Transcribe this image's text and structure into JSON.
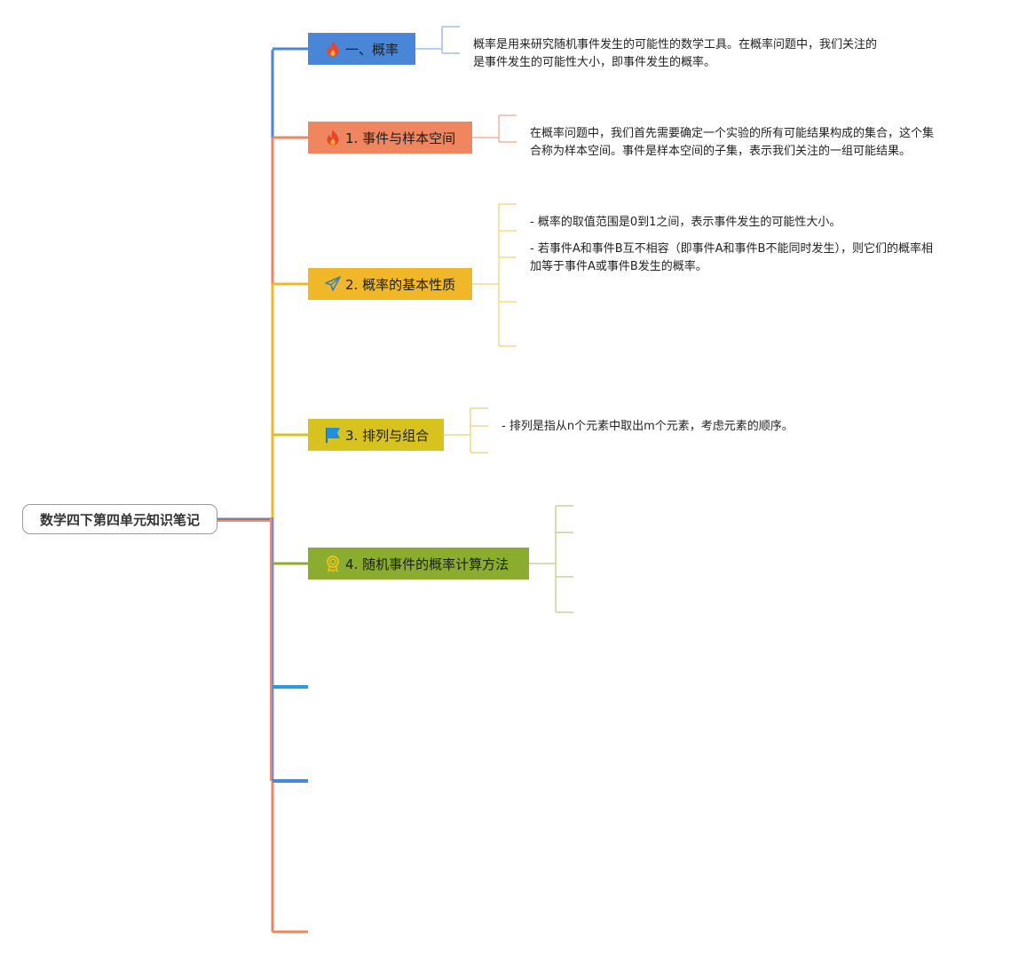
{
  "root": {
    "title": "数学四下第四单元知识笔记"
  },
  "branches": [
    {
      "label": "一、概率",
      "icon": "fire-icon",
      "color": "#4a86d8"
    },
    {
      "label": "1. 事件与样本空间",
      "icon": "fire-icon",
      "color": "#f0865f"
    },
    {
      "label": "2. 概率的基本性质",
      "icon": "paper-plane-icon",
      "color": "#f0b728"
    },
    {
      "label": "3. 排列与组合",
      "icon": "flag-icon",
      "color": "#d7c21e"
    },
    {
      "label": "4. 随机事件的概率计算方法",
      "icon": "award-ribbon-icon",
      "color": "#8bad2f"
    }
  ],
  "notes": {
    "probability": [
      "概率是用来研究随机事件发生的可能性的数学工具。在概率问题中，我们关注的",
      "是事件发生的可能性大小，即事件发生的概率。"
    ],
    "event_space": [
      "在概率问题中，我们首先需要确定一个实验的所有可能结果构成的集合，这个集",
      "合称为样本空间。事件是样本空间的子集，表示我们关注的一组可能结果。"
    ],
    "properties": [
      "- 概率的取值范围是0到1之间，表示事件发生的可能性大小。",
      [
        "- 若事件A和事件B互不相容（即事件A和事件B不能同时发生），则它们的概率相",
        "加等于事件A或事件B发生的概率。"
      ]
    ],
    "permutation": "- 排列是指从n个元素中取出m个元素，考虑元素的顺序。"
  },
  "colors": {
    "blue": "#4a86d8",
    "salmon": "#f0865f",
    "amber": "#f0b728",
    "mustard": "#d7c21e",
    "olive": "#8bad2f",
    "sky": "#2b9be0",
    "root_border": "#9a9a9a"
  }
}
